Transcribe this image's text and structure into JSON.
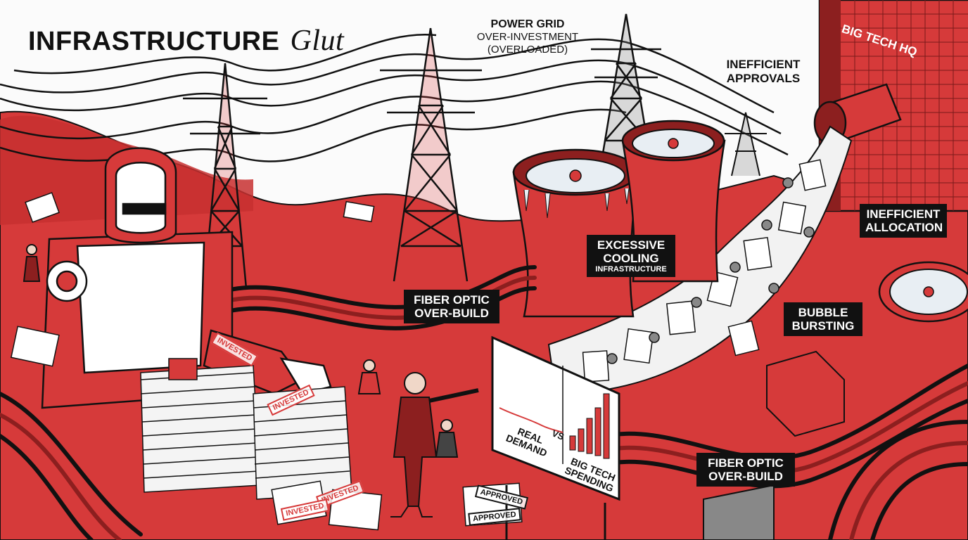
{
  "title": {
    "main": "INFRASTRUCTURE",
    "sub": "Glut"
  },
  "labels": {
    "power_grid": {
      "line1": "POWER GRID",
      "line2": "OVER-INVESTMENT",
      "line3": "(OVERLOADED)"
    },
    "big_tech_hq": "BIG TECH HQ",
    "inefficient_approvals": {
      "line1": "INEFFICIENT",
      "line2": "APPROVALS"
    },
    "inefficient_allocation": {
      "line1": "INEFFICIENT",
      "line2": "ALLOCATION"
    },
    "excessive_cooling": {
      "line1": "EXCESSIVE",
      "line2": "COOLING",
      "line3": "INFRASTRUCTURE"
    },
    "fiber_optic_left": {
      "line1": "FIBER OPTIC",
      "line2": "OVER-BUILD"
    },
    "fiber_optic_right": {
      "line1": "FIBER OPTIC",
      "line2": "OVER-BUILD"
    },
    "bubble_bursting": {
      "line1": "BUBBLE",
      "line2": "BURSTING"
    }
  },
  "sign": {
    "left_line1": "REAL",
    "left_line2": "DEMAND",
    "middle": "VS",
    "right_line1": "BIG TECH",
    "right_line2": "SPENDING"
  },
  "stamps": {
    "invested": "INVESTED",
    "approved": "APPROVED"
  },
  "colors": {
    "accent_red": "#d63a3a",
    "dark_red": "#8c1f1f",
    "ink": "#111111",
    "paper": "#f4f4f4"
  }
}
